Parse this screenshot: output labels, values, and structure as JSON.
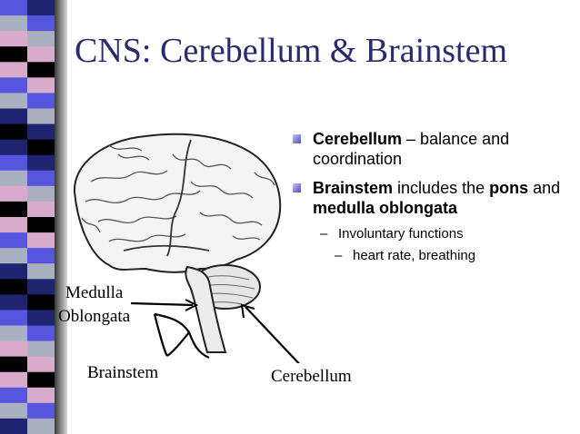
{
  "slide": {
    "title": "CNS: Cerebellum & Brainstem",
    "bullets": [
      {
        "bold": "Cerebellum",
        "text": " – balance and coordination"
      },
      {
        "bold1": "Brainstem",
        "text1": " includes the ",
        "bold2": "pons",
        "text2": " and ",
        "bold3": "medulla oblongata"
      }
    ],
    "sub_bullet": "Involuntary functions",
    "sub_sub_bullet": "heart rate, breathing",
    "dash": "–"
  },
  "labels": {
    "medulla_line1": "Medulla",
    "medulla_line2": "Oblongata",
    "brainstem": "Brainstem",
    "cerebellum": "Cerebellum"
  },
  "colors": {
    "title": "#2a2a6e",
    "stripe_blue": "#5555dd",
    "stripe_navy": "#1f2470",
    "stripe_pink": "#d8aacb",
    "stripe_gray": "#aab0c0",
    "stripe_black": "#000000",
    "bullet_square": "#7070d0"
  }
}
